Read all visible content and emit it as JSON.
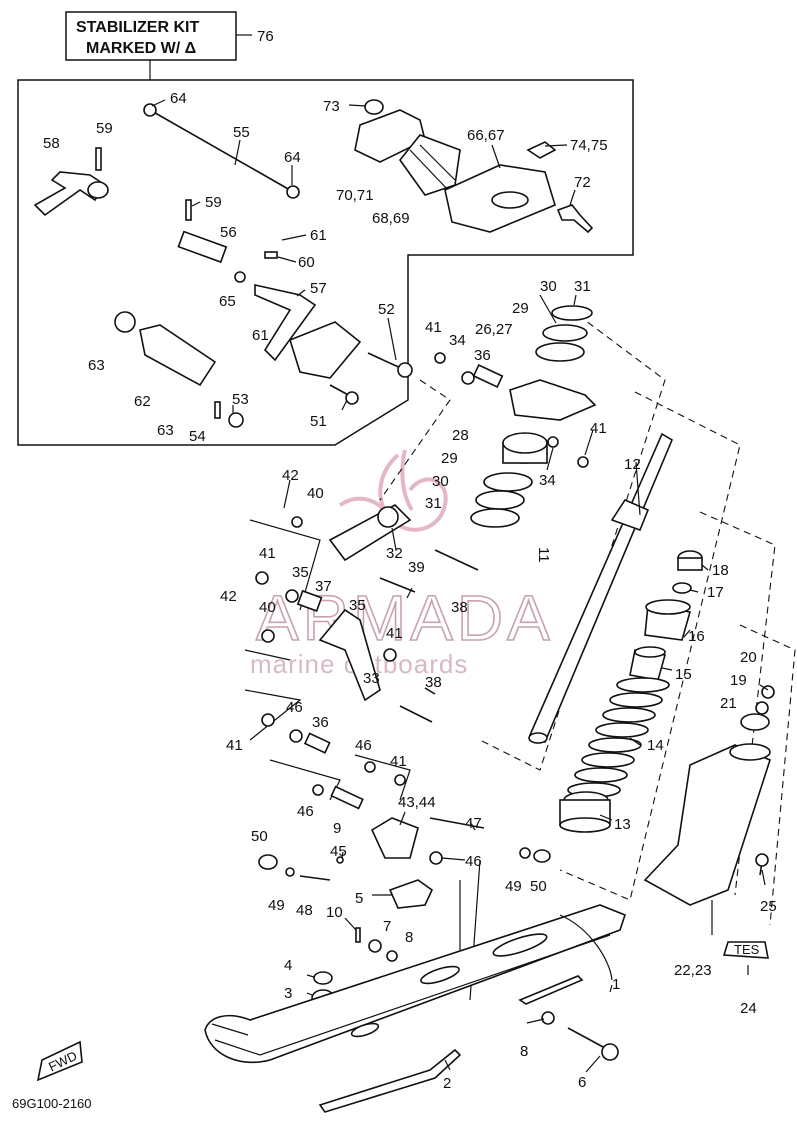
{
  "kit_box": {
    "line1": "STABILIZER KIT",
    "line2": "MARKED W/ Δ",
    "ref": "76"
  },
  "watermark": {
    "brand": "ARMADA",
    "tagline": "marine outboards"
  },
  "figure_code": "69G100-2160",
  "fwd_label": "FWD",
  "decal_text": "TES",
  "colors": {
    "line": "#111111",
    "watermark": "#c9a0b2",
    "background": "#ffffff"
  },
  "callouts": [
    {
      "id": "c64a",
      "text": "64"
    },
    {
      "id": "c58",
      "text": "58"
    },
    {
      "id": "c59a",
      "text": "59"
    },
    {
      "id": "c55",
      "text": "55"
    },
    {
      "id": "c64b",
      "text": "64"
    },
    {
      "id": "c73",
      "text": "73"
    },
    {
      "id": "c6667",
      "text": "66,67"
    },
    {
      "id": "c7475",
      "text": "74,75"
    },
    {
      "id": "c72",
      "text": "72"
    },
    {
      "id": "c7071",
      "text": "70,71"
    },
    {
      "id": "c6869",
      "text": "68,69"
    },
    {
      "id": "c59b",
      "text": "59"
    },
    {
      "id": "c56",
      "text": "56"
    },
    {
      "id": "c61a",
      "text": "61"
    },
    {
      "id": "c60",
      "text": "60"
    },
    {
      "id": "c65",
      "text": "65"
    },
    {
      "id": "c57",
      "text": "57"
    },
    {
      "id": "c61b",
      "text": "61"
    },
    {
      "id": "c52",
      "text": "52"
    },
    {
      "id": "c63a",
      "text": "63"
    },
    {
      "id": "c62",
      "text": "62"
    },
    {
      "id": "c63b",
      "text": "63"
    },
    {
      "id": "c54",
      "text": "54"
    },
    {
      "id": "c53",
      "text": "53"
    },
    {
      "id": "c51",
      "text": "51"
    },
    {
      "id": "c41a",
      "text": "41"
    },
    {
      "id": "c34a",
      "text": "34"
    },
    {
      "id": "c36a",
      "text": "36"
    },
    {
      "id": "c2627",
      "text": "26,27"
    },
    {
      "id": "c29a",
      "text": "29"
    },
    {
      "id": "c30a",
      "text": "30"
    },
    {
      "id": "c31a",
      "text": "31"
    },
    {
      "id": "c41b",
      "text": "41"
    },
    {
      "id": "c28",
      "text": "28"
    },
    {
      "id": "c29b",
      "text": "29"
    },
    {
      "id": "c34b",
      "text": "34"
    },
    {
      "id": "c30b",
      "text": "30"
    },
    {
      "id": "c31b",
      "text": "31"
    },
    {
      "id": "c12",
      "text": "12"
    },
    {
      "id": "c11",
      "text": "11"
    },
    {
      "id": "c42a",
      "text": "42"
    },
    {
      "id": "c40a",
      "text": "40"
    },
    {
      "id": "c32",
      "text": "32"
    },
    {
      "id": "c39",
      "text": "39"
    },
    {
      "id": "c41c",
      "text": "41"
    },
    {
      "id": "c35a",
      "text": "35"
    },
    {
      "id": "c37",
      "text": "37"
    },
    {
      "id": "c38a",
      "text": "38"
    },
    {
      "id": "c42b",
      "text": "42"
    },
    {
      "id": "c40b",
      "text": "40"
    },
    {
      "id": "c35b",
      "text": "35"
    },
    {
      "id": "c41d",
      "text": "41"
    },
    {
      "id": "c33",
      "text": "33"
    },
    {
      "id": "c38b",
      "text": "38"
    },
    {
      "id": "c18",
      "text": "18"
    },
    {
      "id": "c17",
      "text": "17"
    },
    {
      "id": "c16",
      "text": "16"
    },
    {
      "id": "c15",
      "text": "15"
    },
    {
      "id": "c14",
      "text": "14"
    },
    {
      "id": "c13",
      "text": "13"
    },
    {
      "id": "c20",
      "text": "20"
    },
    {
      "id": "c19",
      "text": "19"
    },
    {
      "id": "c21",
      "text": "21"
    },
    {
      "id": "c41e",
      "text": "41"
    },
    {
      "id": "c46a",
      "text": "46"
    },
    {
      "id": "c36b",
      "text": "36"
    },
    {
      "id": "c46b",
      "text": "46"
    },
    {
      "id": "c41f",
      "text": "41"
    },
    {
      "id": "c46c",
      "text": "46"
    },
    {
      "id": "c9",
      "text": "9"
    },
    {
      "id": "c4344",
      "text": "43,44"
    },
    {
      "id": "c47",
      "text": "47"
    },
    {
      "id": "c50a",
      "text": "50"
    },
    {
      "id": "c45",
      "text": "45"
    },
    {
      "id": "c46d",
      "text": "46"
    },
    {
      "id": "c49a",
      "text": "49"
    },
    {
      "id": "c50b",
      "text": "50"
    },
    {
      "id": "c49b",
      "text": "49"
    },
    {
      "id": "c48",
      "text": "48"
    },
    {
      "id": "c5",
      "text": "5"
    },
    {
      "id": "c10",
      "text": "10"
    },
    {
      "id": "c7",
      "text": "7"
    },
    {
      "id": "c8a",
      "text": "8"
    },
    {
      "id": "c4",
      "text": "4"
    },
    {
      "id": "c3",
      "text": "3"
    },
    {
      "id": "c25",
      "text": "25"
    },
    {
      "id": "c2223",
      "text": "22,23"
    },
    {
      "id": "c24",
      "text": "24"
    },
    {
      "id": "c1",
      "text": "1"
    },
    {
      "id": "c8b",
      "text": "8"
    },
    {
      "id": "c6",
      "text": "6"
    },
    {
      "id": "c2",
      "text": "2"
    }
  ]
}
